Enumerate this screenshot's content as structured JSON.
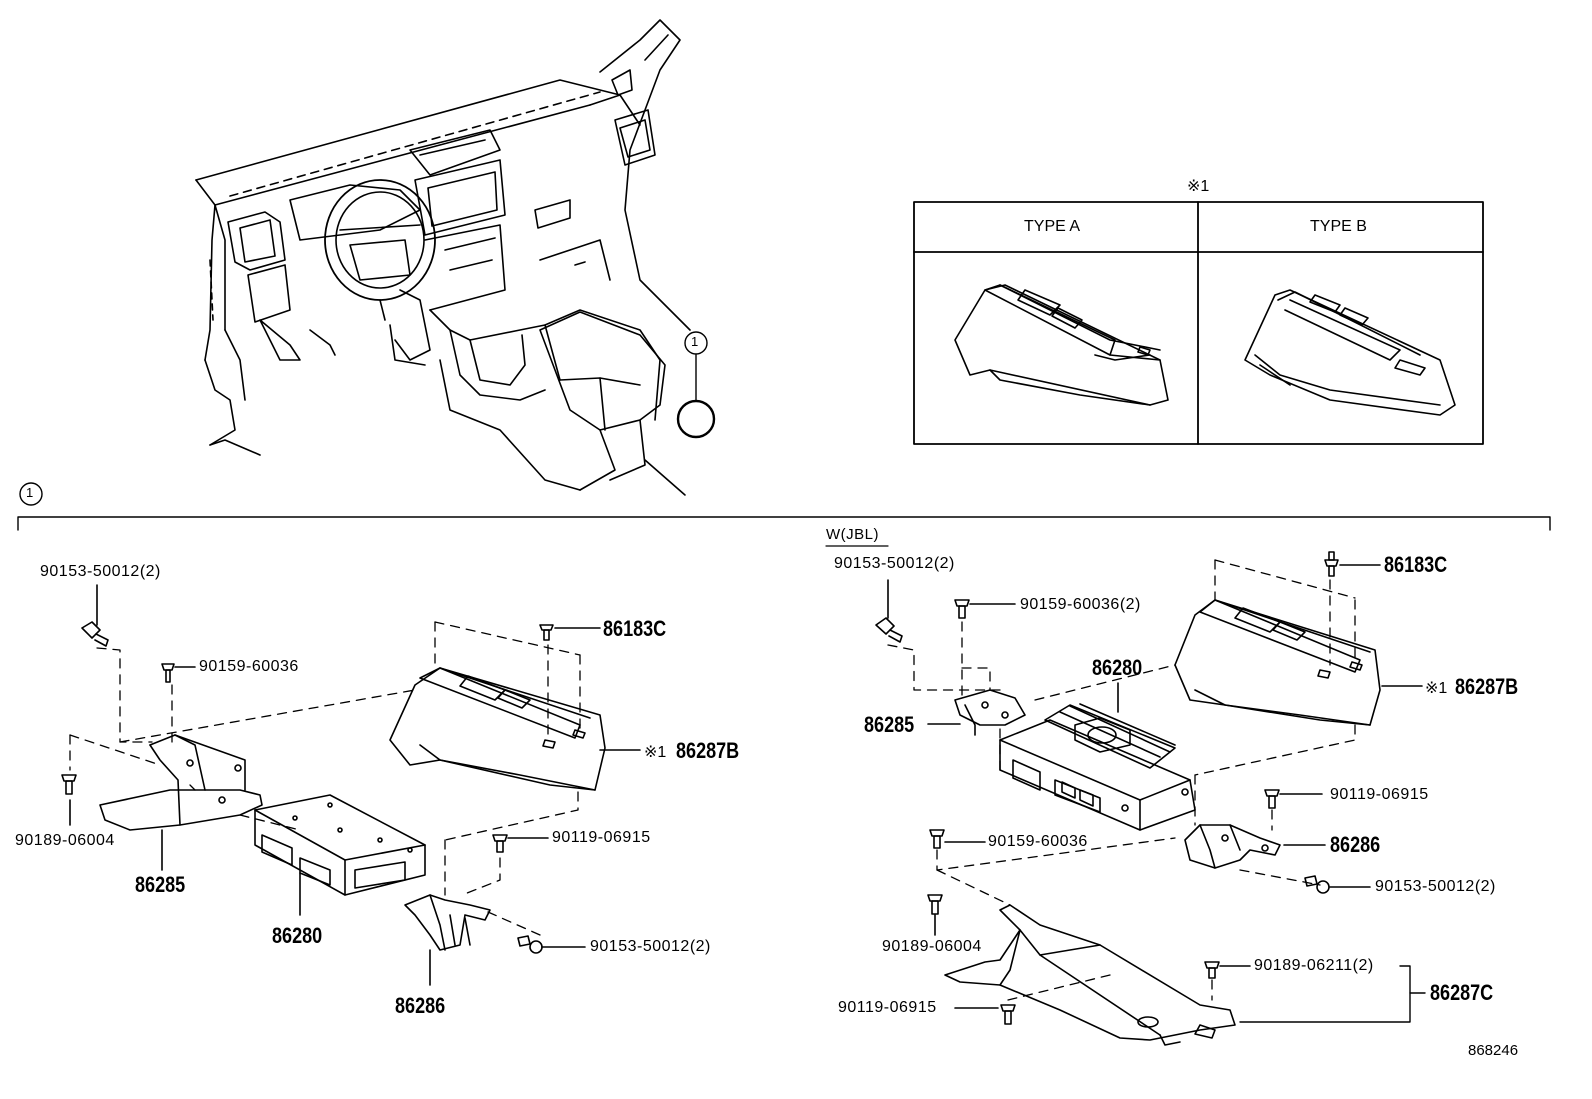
{
  "legend": {
    "marker": "※1",
    "type_a": "TYPE A",
    "type_b": "TYPE B"
  },
  "callouts": {
    "circle_top": "1",
    "circle_section": "1"
  },
  "left": {
    "bolt_a": "90153-50012(2)",
    "screw_b": "90159-60036",
    "clip_c": "86183C",
    "cover_marker": "※1",
    "cover": "86287B",
    "screw_d": "90189-06004",
    "bracket_l": "86285",
    "amp": "86280",
    "screw_e": "90119-06915",
    "bolt_f": "90153-50012(2)",
    "bracket_r": "86286"
  },
  "right": {
    "variant": "W(JBL)",
    "bolt_a": "90153-50012(2)",
    "screw_b": "90159-60036(2)",
    "clip_c": "86183C",
    "amp": "86280",
    "cover_marker": "※1",
    "cover": "86287B",
    "bracket_l": "86285",
    "screw_e": "90119-06915",
    "bracket_r": "86286",
    "screw_b2": "90159-60036",
    "bolt_f": "90153-50012(2)",
    "screw_d": "90189-06004",
    "screw_g": "90189-06211(2)",
    "plate": "86287C",
    "screw_h": "90119-06915"
  },
  "figure_no": "868246"
}
